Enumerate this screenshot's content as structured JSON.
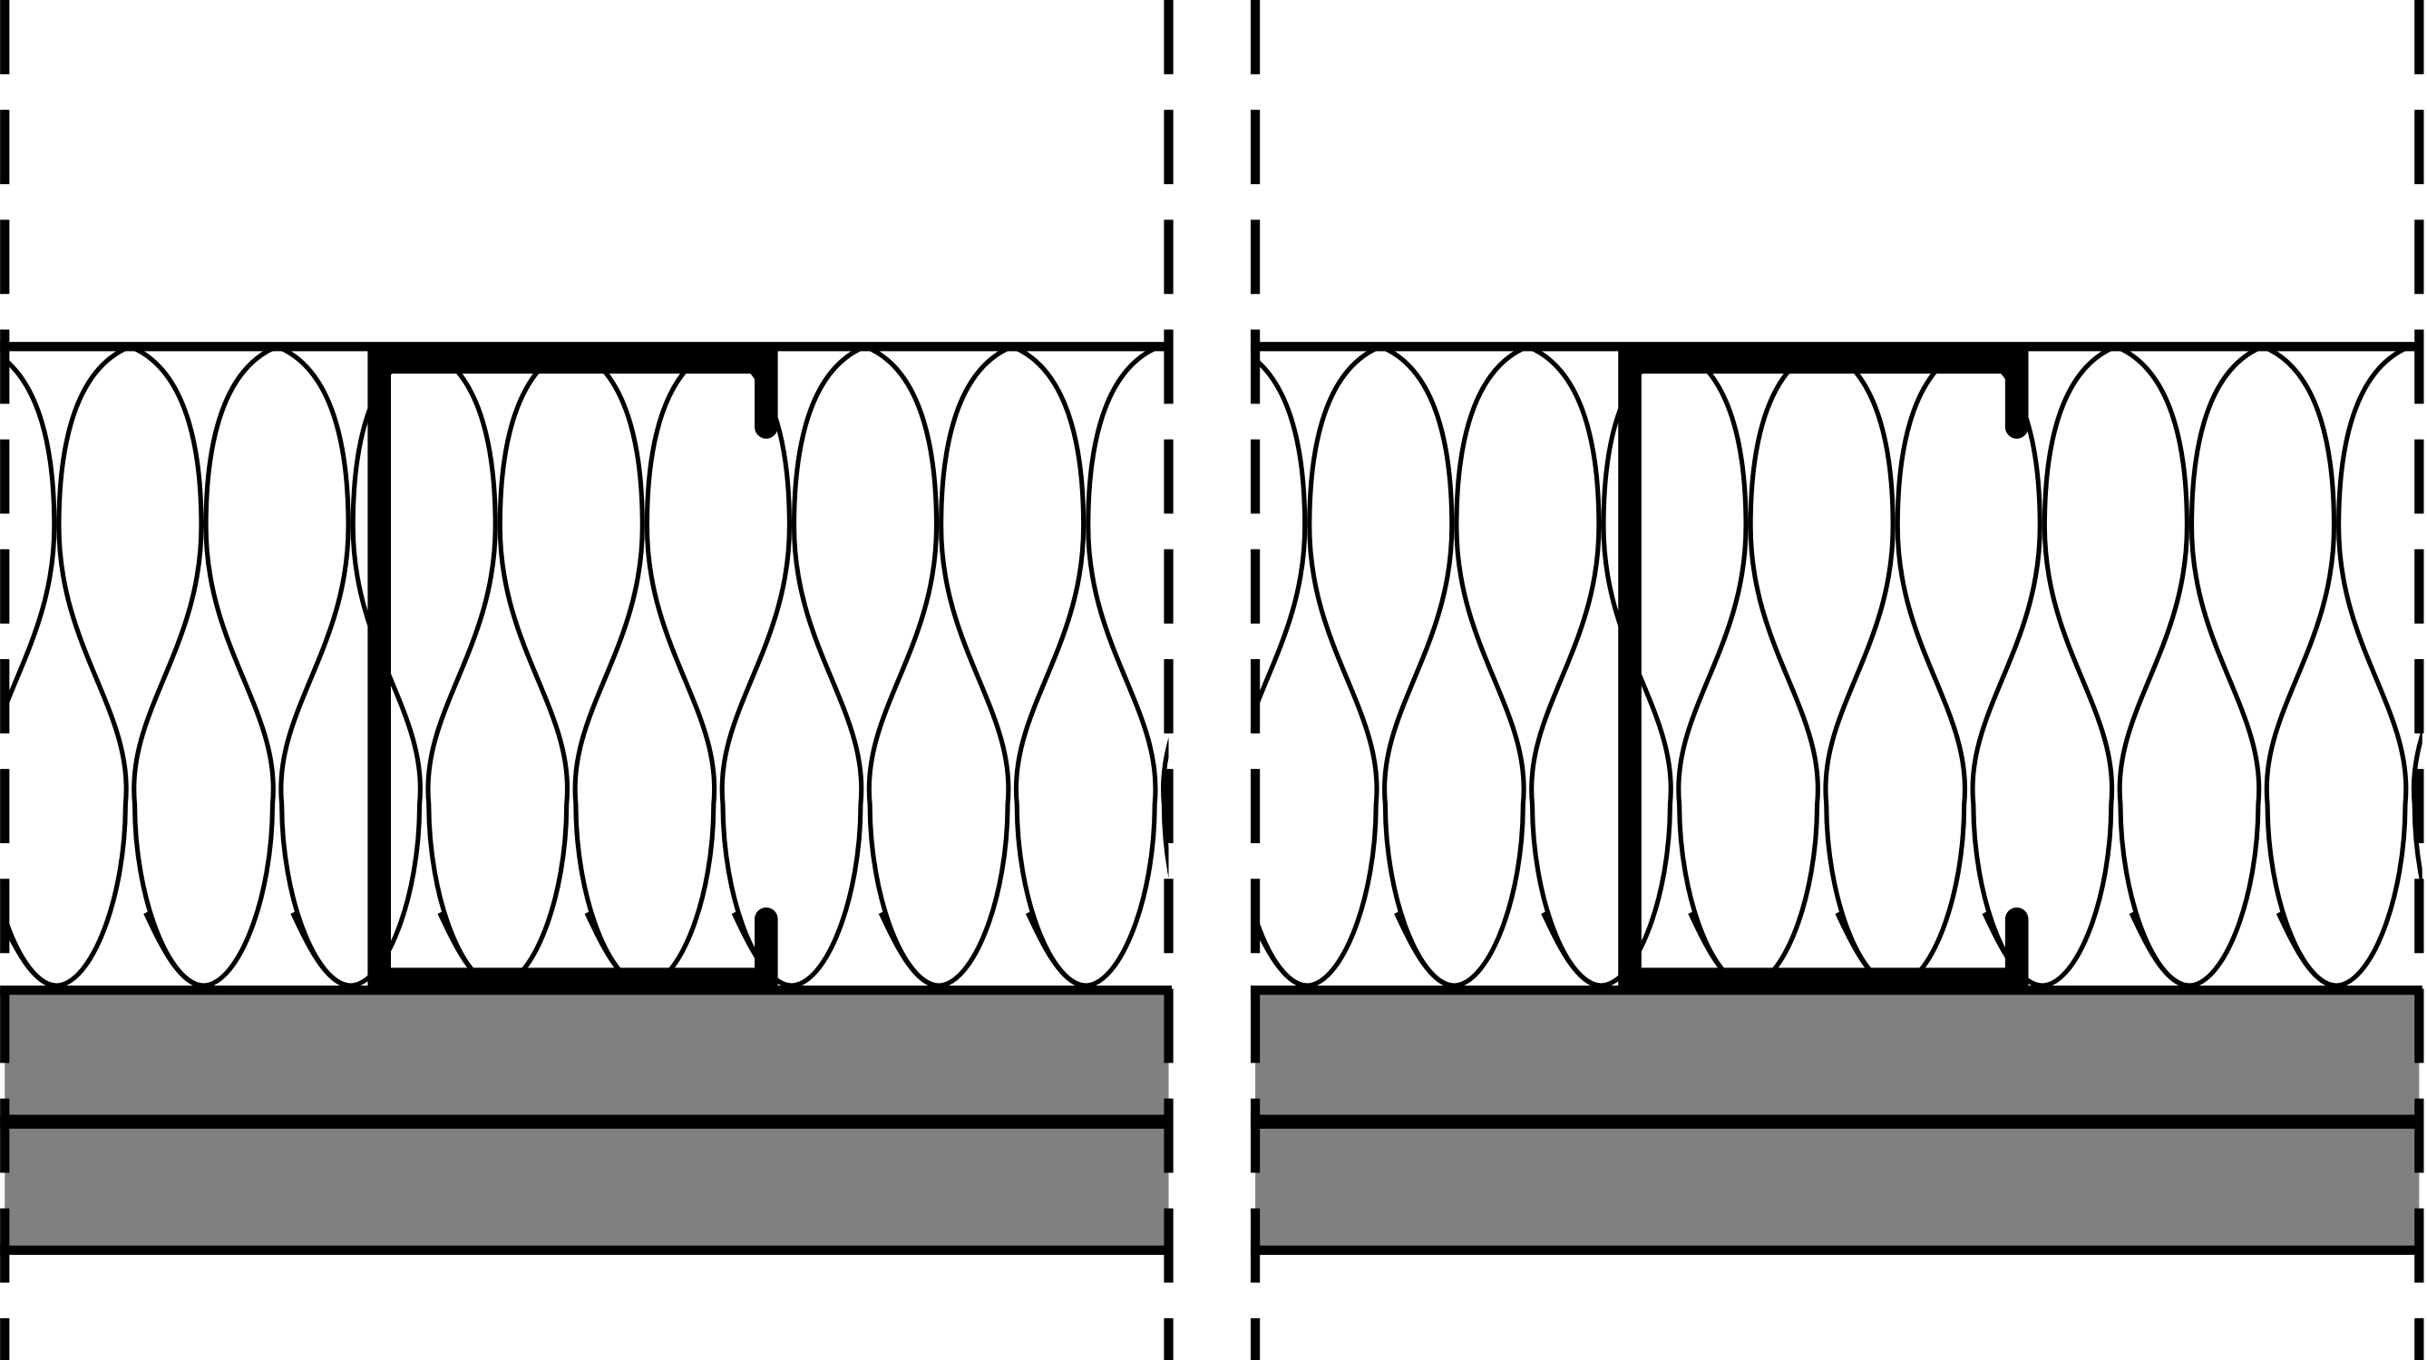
{
  "diagram": {
    "panels": [
      {
        "id": "left",
        "components": [
          "insulation-batt",
          "steel-c-stud",
          "gypsum-board-layer-1",
          "gypsum-board-layer-2"
        ]
      },
      {
        "id": "right",
        "components": [
          "insulation-batt",
          "steel-c-stud",
          "gypsum-board-layer-1",
          "gypsum-board-layer-2"
        ]
      }
    ],
    "colors": {
      "line": "#000000",
      "board_fill": "#808080",
      "background": "#ffffff"
    }
  }
}
